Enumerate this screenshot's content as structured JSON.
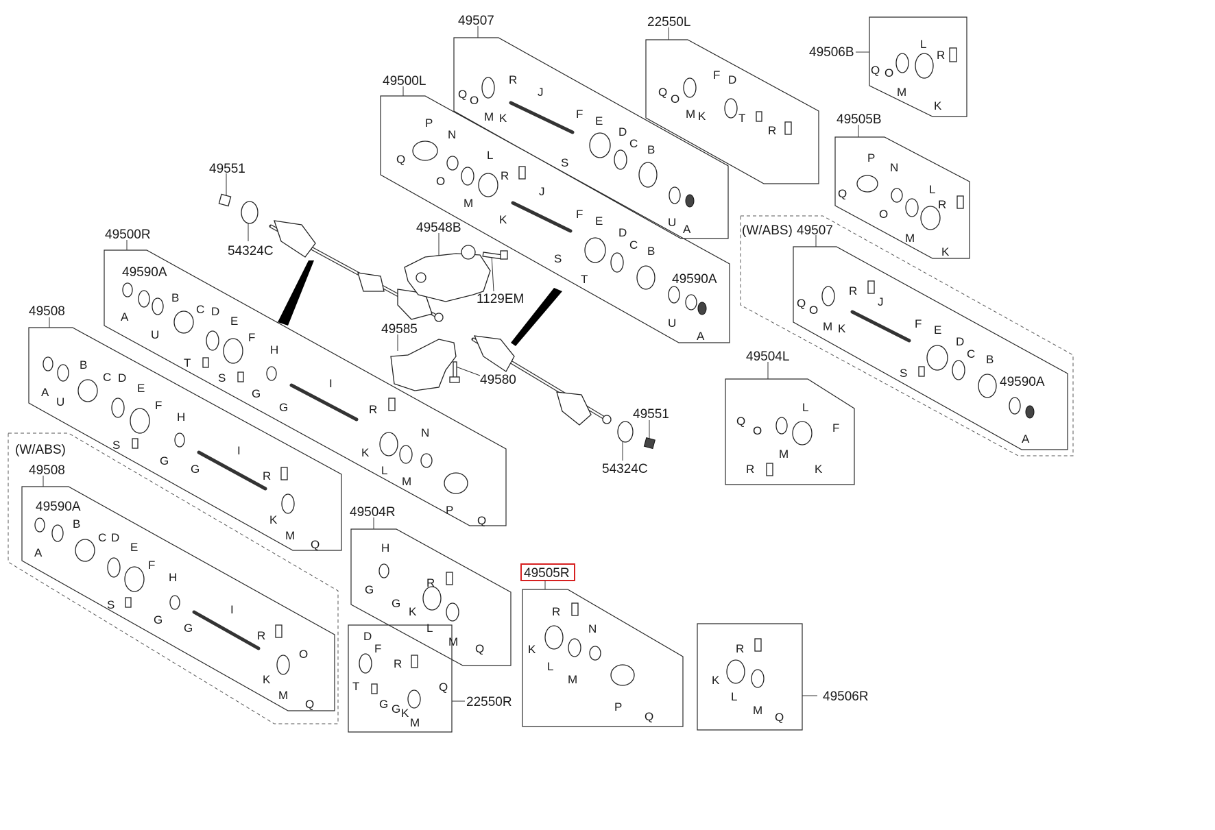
{
  "diagram": {
    "panels": {
      "p49507_top": {
        "code": "49507"
      },
      "p22550L": {
        "code": "22550L"
      },
      "p49506B": {
        "code": "49506B"
      },
      "p49500L": {
        "code": "49500L"
      },
      "p49505B": {
        "code": "49505B"
      },
      "p49500R": {
        "code": "49500R"
      },
      "p49507_abs": {
        "note": "(W/ABS)",
        "code": "49507"
      },
      "p49508": {
        "code": "49508"
      },
      "p49508_abs": {
        "note": "(W/ABS)",
        "code": "49508"
      },
      "p49504L": {
        "code": "49504L"
      },
      "p49504R": {
        "code": "49504R"
      },
      "p49505R": {
        "code": "49505R",
        "highlighted": true
      },
      "p22550R": {
        "code": "22550R"
      },
      "p49506R": {
        "code": "49506R"
      }
    },
    "loose_parts": {
      "nut_top": "49551",
      "seal_top": "54324C",
      "bracket": "49548B",
      "bolt": "1129EM",
      "bracket_lower": "49585",
      "bolt_lower": "49580",
      "nut_bottom": "49551",
      "seal_bottom": "54324C"
    },
    "letters": {
      "A": "A",
      "B": "B",
      "C": "C",
      "D": "D",
      "E": "E",
      "F": "F",
      "G": "G",
      "H": "H",
      "I": "I",
      "J": "J",
      "K": "K",
      "L": "L",
      "M": "M",
      "N": "N",
      "O": "O",
      "P": "P",
      "Q": "Q",
      "R": "R",
      "S": "S",
      "T": "T",
      "U": "U",
      "A590": "49590A"
    },
    "colors": {
      "line": "#2a2a2a",
      "highlight": "#d62020",
      "background": "#ffffff"
    }
  }
}
